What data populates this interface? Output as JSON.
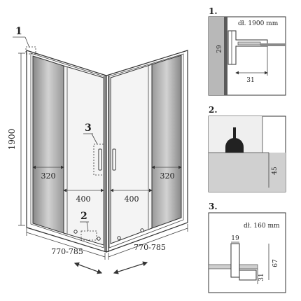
{
  "main": {
    "height_label": "1900",
    "callouts": {
      "c1": "1",
      "c2": "2",
      "c3": "3"
    },
    "dims": {
      "left_panel": "320",
      "right_panel": "320",
      "left_door": "400",
      "right_door": "400",
      "left_width": "770-785",
      "right_width": "770-785"
    }
  },
  "details": {
    "d1": {
      "number": "1.",
      "length": "dł. 1900 mm",
      "dim_v": "29",
      "dim_h": "31"
    },
    "d2": {
      "number": "2.",
      "dim_v": "45"
    },
    "d3": {
      "number": "3.",
      "length": "dł. 160 mm",
      "dim_top": "19",
      "dim_v_big": "67",
      "dim_v_small": "31"
    }
  },
  "colors": {
    "line": "#333333",
    "glass": "#b8b8b8",
    "wall": "#b3b3b3",
    "wall_dark": "#5a5a5a",
    "panel_fill": "#dcdcdc",
    "door_fill": "#f2f2f2"
  }
}
